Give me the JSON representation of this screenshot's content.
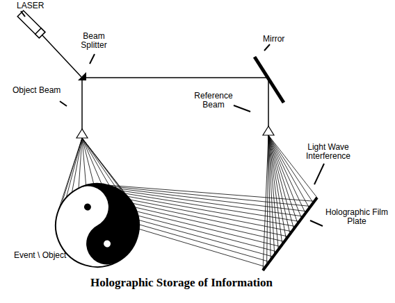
{
  "diagram": {
    "title": "Holographic Storage of Information",
    "labels": [
      "LASER",
      "Beam Splitter",
      "Object Beam",
      "Mirror",
      "Reference Beam",
      "Light Wave Interference",
      "Holographic Film Plate",
      "Event \\ Object"
    ]
  }
}
